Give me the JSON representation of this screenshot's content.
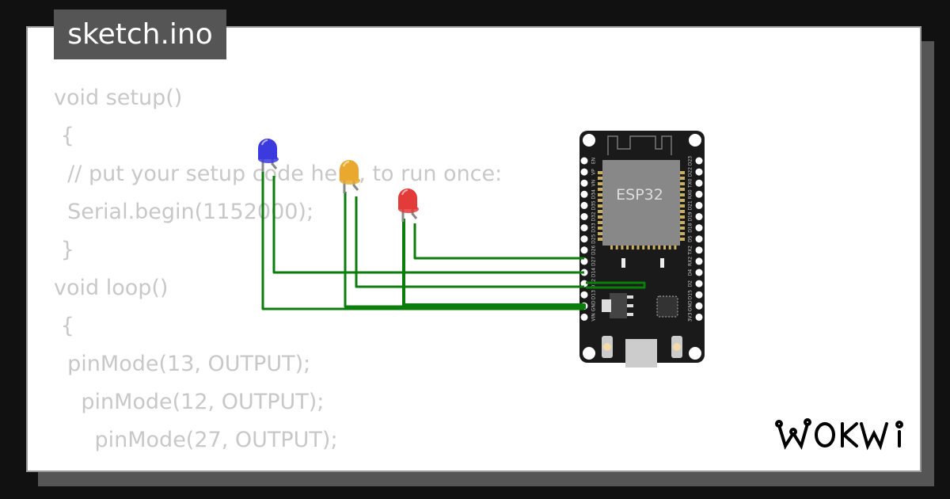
{
  "title": "sketch.ino",
  "code_lines": [
    "void setup()",
    " {",
    "  // put your setup code here, to run once:",
    "  Serial.begin(1152000);",
    " }",
    "void loop()",
    " {",
    "  pinMode(13, OUTPUT);",
    "    pinMode(12, OUTPUT);",
    "      pinMode(27, OUTPUT);"
  ],
  "board": {
    "chip_label": "ESP32",
    "left_pins": [
      "EN",
      "VP",
      "VN",
      "D34",
      "D35",
      "D32",
      "D33",
      "D25",
      "D26",
      "D27",
      "D14",
      "D12",
      "D13",
      "GND",
      "VIN"
    ],
    "right_pins": [
      "D23",
      "D22",
      "TX0",
      "RX0",
      "D21",
      "D19",
      "D18",
      "D5",
      "TX2",
      "RX2",
      "D4",
      "D2",
      "D15",
      "GND",
      "3V3"
    ]
  },
  "leds": [
    {
      "color": "#3a3adf",
      "name": "blue"
    },
    {
      "color": "#e8a92e",
      "name": "yellow"
    },
    {
      "color": "#e33a3a",
      "name": "red"
    }
  ],
  "wire_color": "#0a7d0a",
  "logo": "WOKWi"
}
